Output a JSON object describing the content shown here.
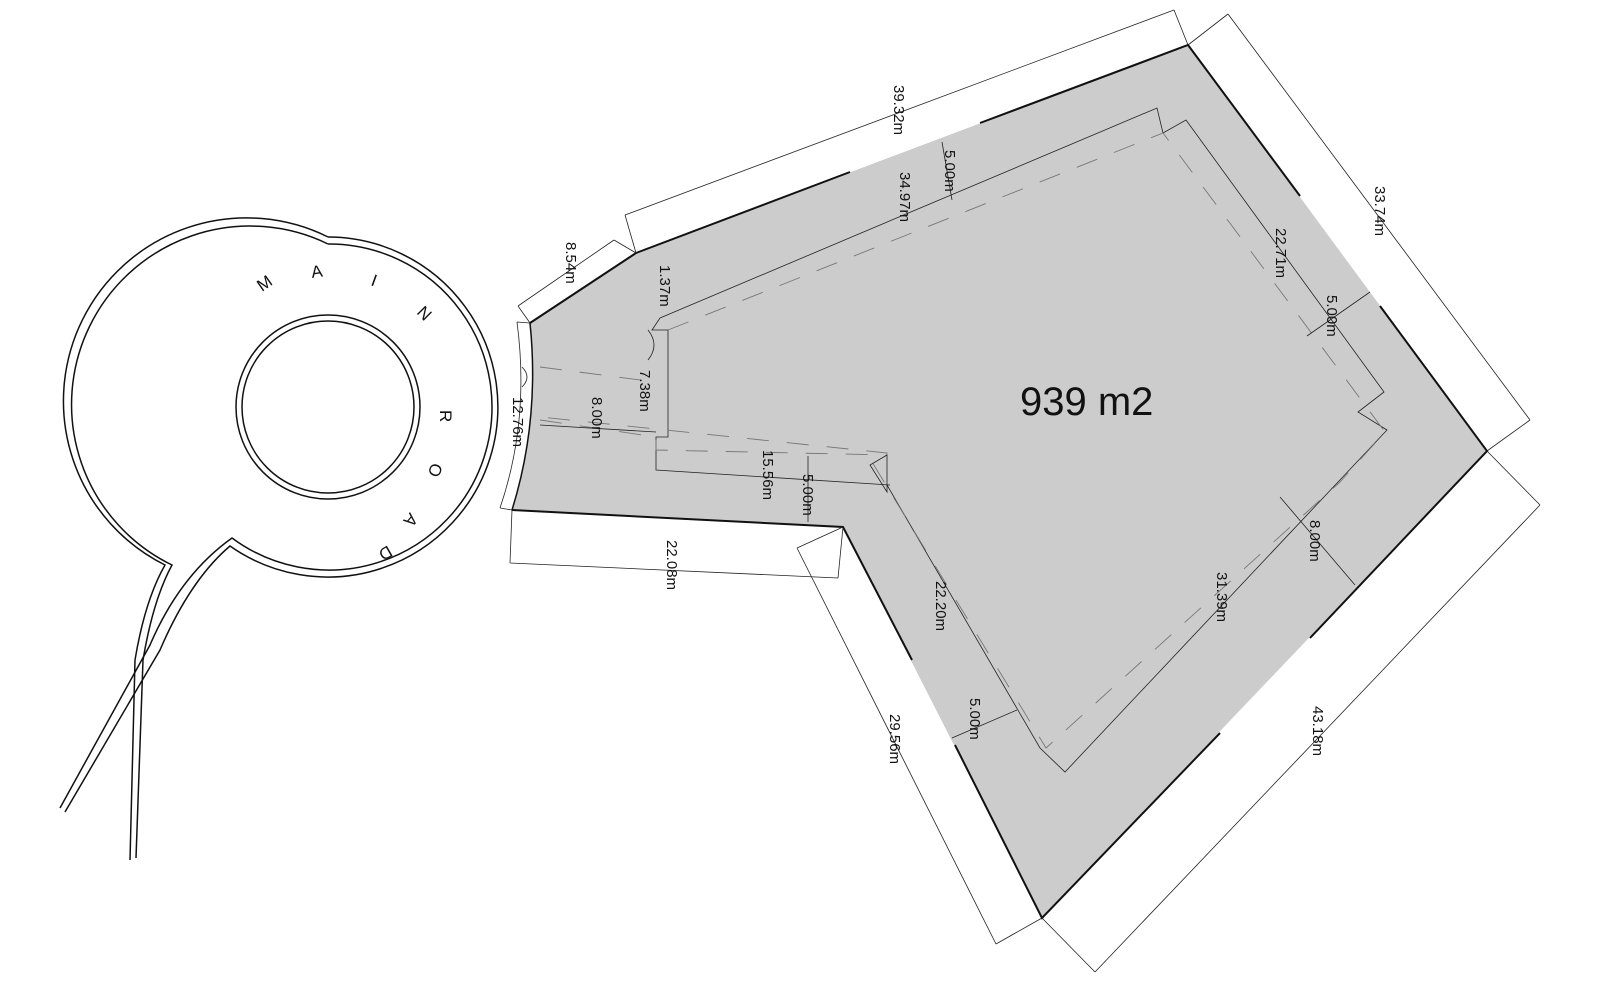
{
  "plot": {
    "area_label": "939 m2",
    "fill_color": "#cccccc",
    "road_name_letters": [
      "M",
      "A",
      "I",
      "N",
      "R",
      "O",
      "A",
      "D"
    ]
  },
  "dimensions": {
    "boundary_top": "39.32m",
    "boundary_top_left": "8.54m",
    "boundary_right_top": "33.74m",
    "boundary_right_bottom": "43.18m",
    "boundary_bottom_left": "29.56m",
    "boundary_bottom": "22.08m",
    "frontage_arc": "12.76m",
    "setback_top": "5.00m",
    "inner_top": "34.97m",
    "inner_right_top": "22.71m",
    "setback_right_top": "5.00m",
    "setback_right_bottom": "8.00m",
    "inner_right_bottom": "31.39m",
    "inner_left_bottom": "22.20m",
    "setback_bottom_left": "5.00m",
    "inner_bottom": "15.56m",
    "setback_bottom": "5.00m",
    "setback_front": "8.00m",
    "inner_front": "7.38m",
    "corner_small": "1.37m"
  }
}
